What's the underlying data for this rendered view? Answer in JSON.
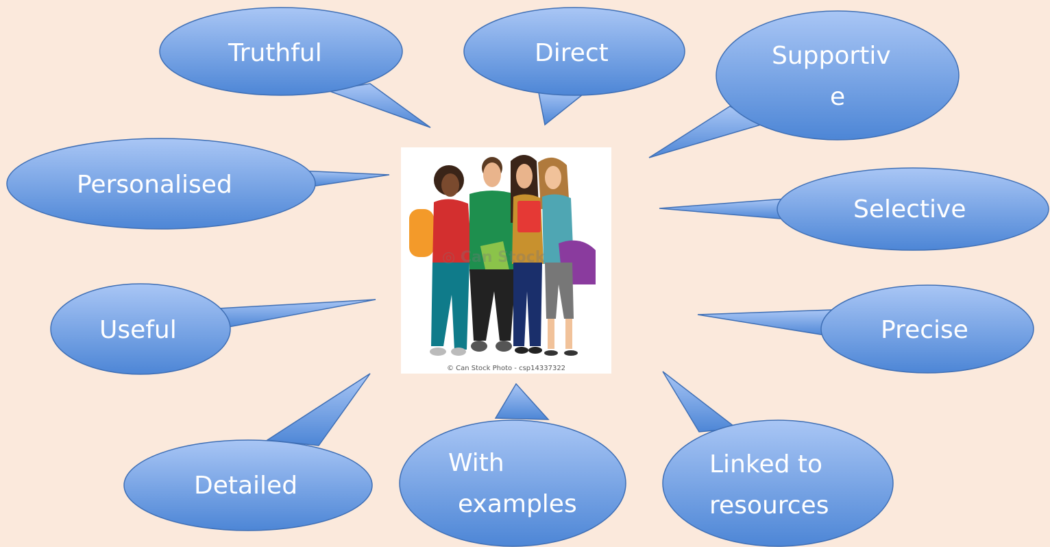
{
  "bubbles": {
    "truthful": "Truthful",
    "direct": "Direct",
    "supportive_line1": "Supportiv",
    "supportive_line2": "e",
    "personalised": "Personalised",
    "selective": "Selective",
    "useful": "Useful",
    "precise": "Precise",
    "detailed": "Detailed",
    "with_examples_line1": "With",
    "with_examples_line2": "examples",
    "linked_line1": "Linked to",
    "linked_line2": "resources"
  },
  "photo": {
    "caption": "© Can Stock Photo - csp14337322",
    "watermark": "Can Stock"
  },
  "colors": {
    "background": "#fbe9dc",
    "bubble_top": "#a9c6f5",
    "bubble_bottom": "#4d86d6",
    "bubble_stroke": "#3f6fb5",
    "text": "#ffffff"
  }
}
